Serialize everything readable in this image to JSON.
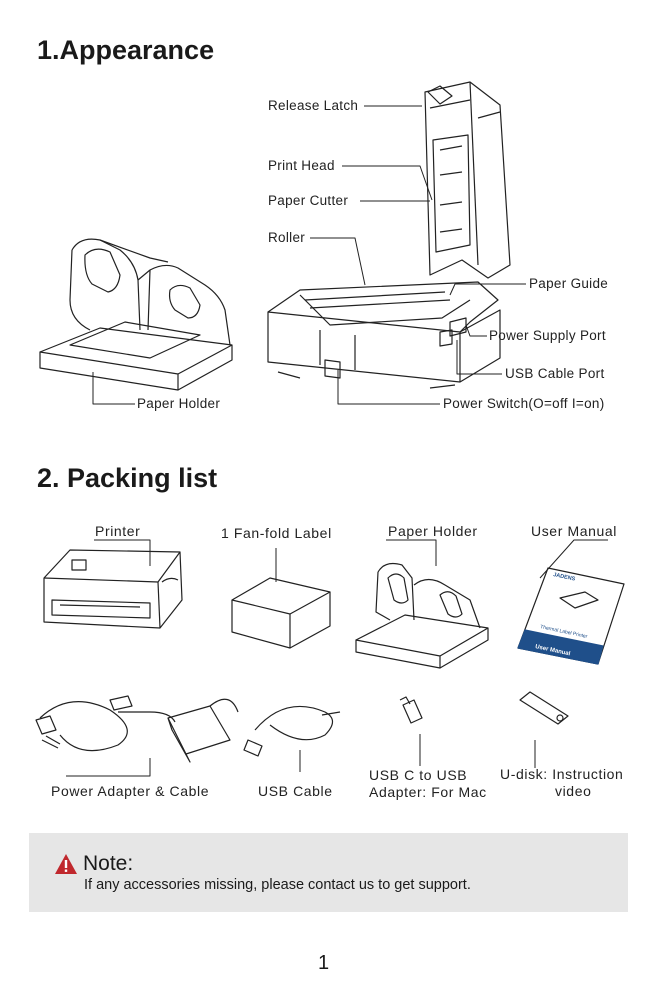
{
  "sections": {
    "appearance_title": "1.Appearance",
    "packing_title": "2. Packing list"
  },
  "appearance_labels": {
    "release_latch": "Release Latch",
    "print_head": "Print Head",
    "paper_cutter": "Paper Cutter",
    "roller": "Roller",
    "paper_guide": "Paper Guide",
    "power_supply_port": "Power Supply Port",
    "usb_cable_port": "USB Cable Port",
    "power_switch": "Power Switch(O=off I=on)",
    "paper_holder": "Paper Holder"
  },
  "packing_items": {
    "printer": "Printer",
    "fanfold_label": "1 Fan-fold Label",
    "paper_holder": "Paper Holder",
    "user_manual": "User Manual",
    "power_adapter": "Power Adapter & Cable",
    "usb_cable": "USB Cable",
    "usb_c_adapter_line1": "USB C to USB",
    "usb_c_adapter_line2": "Adapter: For Mac",
    "udisk_line1": "U-disk: Instruction",
    "udisk_line2": "video"
  },
  "manual_art": {
    "brand": "JADENS",
    "subtitle": "Thermal Label Printer",
    "footer": "User Manual"
  },
  "note": {
    "title": "Note:",
    "text": "If any accessories missing, please contact us to get support."
  },
  "page_number": "1",
  "colors": {
    "note_bg": "#e6e6e6",
    "warning_red": "#c0282d",
    "manual_blue": "#1f4f8a"
  }
}
